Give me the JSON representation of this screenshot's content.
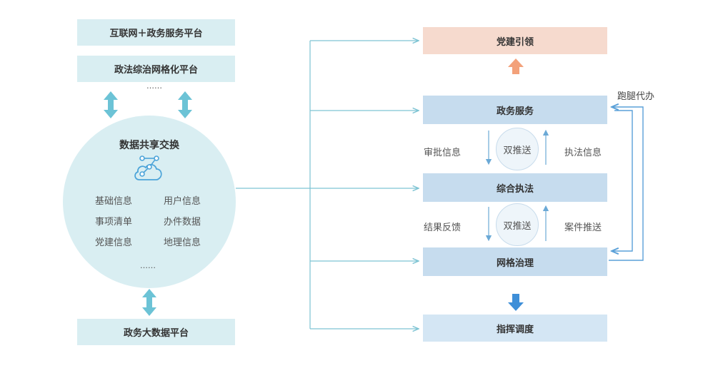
{
  "left": {
    "platform1": "互联网＋政务服务平台",
    "platform2": "政法综治网格化平台",
    "ellipsis_top": "……",
    "hub_title": "数据共享交换",
    "data_items": [
      "基础信息",
      "用户信息",
      "事项清单",
      "办件数据",
      "党建信息",
      "地理信息"
    ],
    "ellipsis_circle": "……",
    "platform3": "政务大数据平台"
  },
  "right": {
    "party": "党建引领",
    "gov_service": "政务服务",
    "enforcement": "综合执法",
    "grid": "网格治理",
    "dispatch": "指挥调度",
    "left_label_1": "审批信息",
    "right_label_1": "执法信息",
    "left_label_2": "结果反馈",
    "right_label_2": "案件推送",
    "dual_push": "双推送",
    "loop_label": "跑腿代办"
  },
  "colors": {
    "teal_arrow": "#6cc3d6",
    "line": "#7dc3d3",
    "orange_arrow": "#f3a17a",
    "blue_arrow": "#3e8fd8",
    "loop_line": "#5aa0d8"
  },
  "icons": {
    "hub": "share-cloud-icon"
  }
}
